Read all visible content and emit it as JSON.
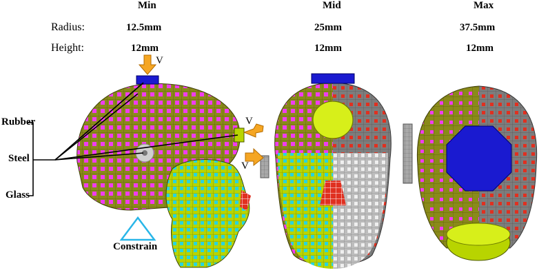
{
  "columns": [
    {
      "header": "Min",
      "radius": "12.5mm",
      "height": "12mm"
    },
    {
      "header": "Mid",
      "radius": "25mm",
      "height": "12mm"
    },
    {
      "header": "Max",
      "radius": "37.5mm",
      "height": "12mm"
    }
  ],
  "row_labels": {
    "radius": "Radius:",
    "height": "Height:"
  },
  "materials": [
    "Rubber",
    "Steel",
    "Glass"
  ],
  "velocity_symbol": "V",
  "constraint_label": "Constrain",
  "colors": {
    "rubber": "#f03cf0",
    "steel": "#9a9a9a",
    "glass": "#b8d400",
    "skull_olive": "#8a8a1a",
    "face_cyan": "#29d4dc",
    "impactor_blue": "#1a1ad0",
    "arrow_orange": "#f5a623",
    "contact_red": "#e03020",
    "constraint_cyan": "#29b6e8"
  }
}
